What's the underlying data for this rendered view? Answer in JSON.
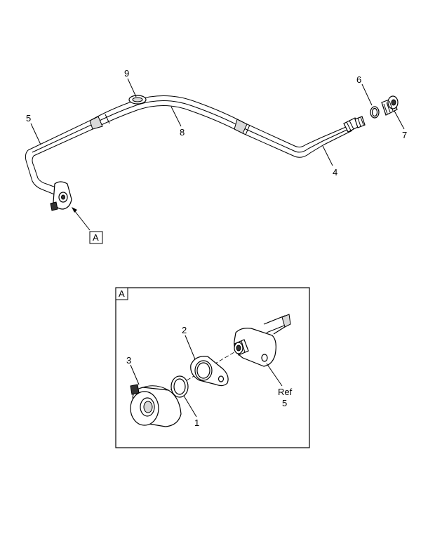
{
  "callouts": {
    "c9": "9",
    "c5": "5",
    "c8": "8",
    "c6": "6",
    "c7": "7",
    "c4": "4",
    "view_ref": "A"
  },
  "detail": {
    "tag": "A",
    "c2": "2",
    "c3": "3",
    "c1": "1",
    "ref_line1": "Ref",
    "ref_line2": "5"
  }
}
